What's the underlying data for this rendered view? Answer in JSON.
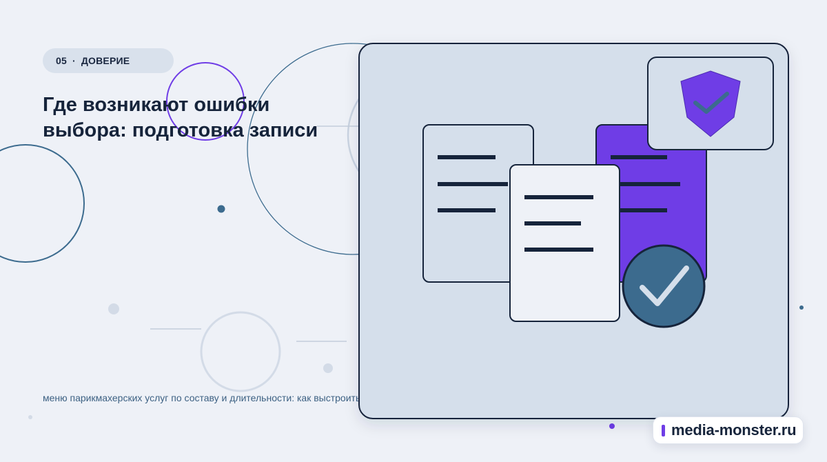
{
  "badge": {
    "number": "05",
    "separator": "·",
    "category": "ДОВЕРИЕ"
  },
  "title": "Где возникают ошибки выбора: подготовка записи",
  "snippet": "меню парикмахерских услуг по составу и длительности: как выстроить…",
  "brand": {
    "label": "media-monster.ru",
    "accent_color": "#6f3de6"
  },
  "illustration": {
    "icons": [
      "document-icon",
      "document-icon",
      "document-icon",
      "shield-check-icon",
      "checkmark-badge-icon"
    ]
  },
  "colors": {
    "background": "#eef1f7",
    "panel": "#d5dfeb",
    "outline": "#16243b",
    "accent_purple": "#6f3de6",
    "accent_steel": "#3c6b8e"
  }
}
